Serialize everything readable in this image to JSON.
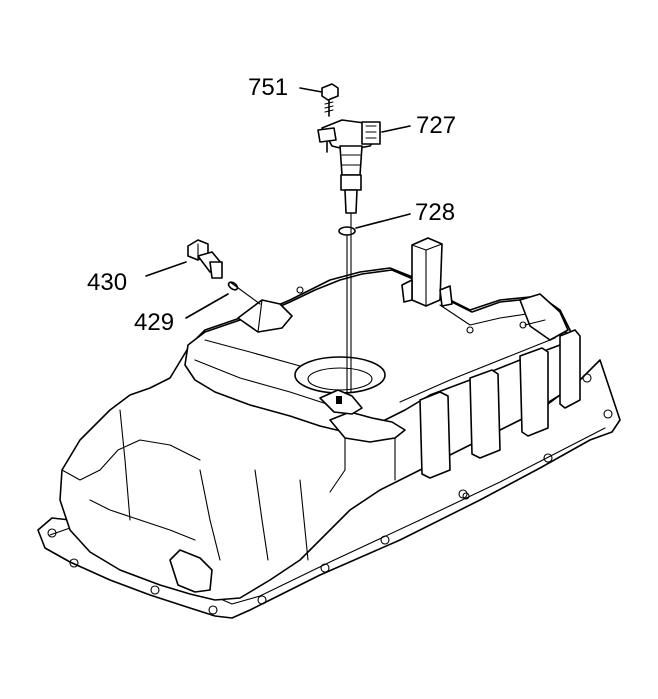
{
  "callouts": {
    "c751": "751",
    "c727": "727",
    "c728": "728",
    "c430": "430",
    "c429": "429"
  }
}
